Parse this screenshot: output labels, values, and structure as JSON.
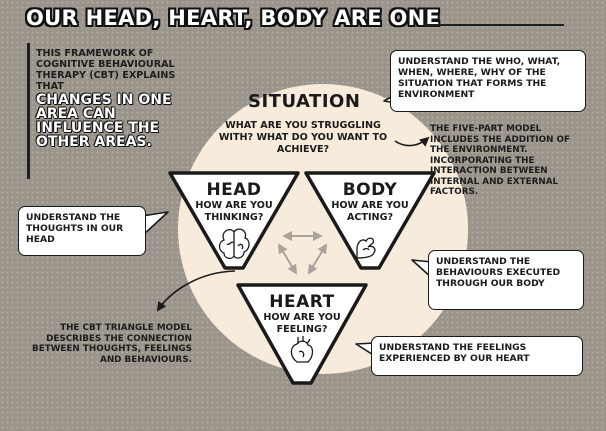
{
  "title": "Our Head, Heart, Body Are One",
  "intro": {
    "text": "This framework of Cognitive Behavioural Therapy (CBT) explains that",
    "highlight": "changes in one area can influence the other areas."
  },
  "situation": {
    "title": "Situation",
    "question": "What are you struggling with? What do you want to achieve?"
  },
  "callouts": {
    "situation": "Understand the who, what, when, where, why of the situation that forms the environment",
    "head": "Understand the thoughts in our head",
    "body": "Understand the behaviours executed through our body",
    "heart": "Understand the feelings experienced by our heart"
  },
  "notes": {
    "five_part": "The five-part model includes the addition of the environment. Incorporating the interaction between internal and external factors.",
    "cbt_triangle": "The CBT triangle model describes the connection between thoughts, feelings and behaviours."
  },
  "triangles": {
    "head": {
      "title": "Head",
      "question": "How are you thinking?",
      "icon": "brain-icon"
    },
    "body": {
      "title": "Body",
      "question": "How are you acting?",
      "icon": "flexed-arm-icon"
    },
    "heart": {
      "title": "Heart",
      "question": "How are you feeling?",
      "icon": "anatomical-heart-icon"
    }
  },
  "colors": {
    "background": "#9b948b",
    "circle": "#f7ecdc",
    "ink": "#1a1a1a",
    "white": "#ffffff",
    "arrow": "#a9a39b"
  }
}
